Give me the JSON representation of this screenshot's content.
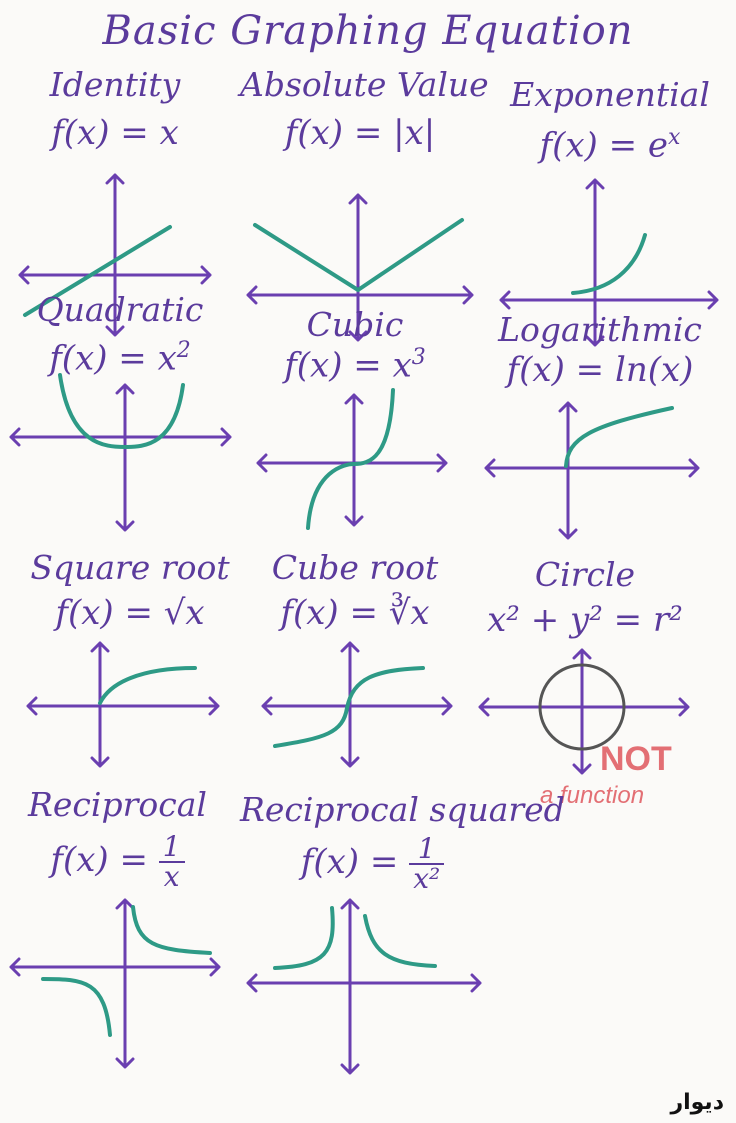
{
  "title": "Basic Graphing Equation",
  "graphs": [
    {
      "name": "Identity",
      "equation": "f(x) = x"
    },
    {
      "name": "Absolute Value",
      "equation": "f(x) = |x|"
    },
    {
      "name": "Exponential",
      "equation": "f(x) = e",
      "sup": "x"
    },
    {
      "name": "Quadratic",
      "equation": "f(x) = x",
      "sup": "2"
    },
    {
      "name": "Cubic",
      "equation": "f(x) = x",
      "sup": "3"
    },
    {
      "name": "Logarithmic",
      "equation": "f(x) = ln(x)"
    },
    {
      "name": "Square root",
      "equation": "f(x) = √x"
    },
    {
      "name": "Cube root",
      "equation": "f(x) = ∛x"
    },
    {
      "name": "Circle",
      "equation": "x² + y² = r²"
    },
    {
      "name": "Reciprocal",
      "equation": "f(x) =",
      "num": "1",
      "den": "x"
    },
    {
      "name": "Reciprocal squared",
      "equation": "f(x) =",
      "num": "1",
      "den": "x²"
    }
  ],
  "note": {
    "line1": "NOT",
    "line2": "a function"
  },
  "watermark": "دیوار",
  "colors": {
    "ink": "#5b3b9c",
    "axis": "#6a3fb0",
    "curve": "#2e9a86",
    "note": "#e36f74"
  }
}
